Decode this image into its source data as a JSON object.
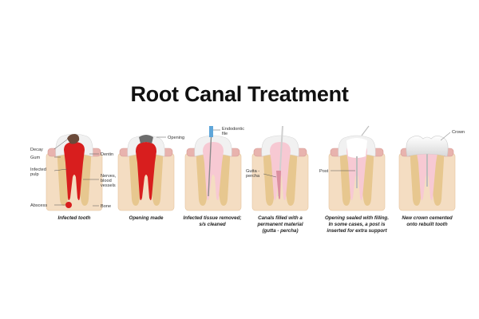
{
  "title": "Root Canal Treatment",
  "colors": {
    "gum": "#e8b3ae",
    "gum_edge": "#d49a95",
    "bone": "#f4ddc2",
    "bone_edge": "#e5c49e",
    "dentin": "#e7c78f",
    "dentin_inner": "#f3e0ad",
    "enamel": "#f1f1f1",
    "pulp_infected": "#d81e1e",
    "pulp_clean": "#f7c9d3",
    "filling": "#dc8fa0",
    "decay": "#6b4a3a"
  },
  "stages": [
    {
      "caption": [
        "Infected tooth"
      ],
      "labels": [
        "Decay",
        "Gum",
        "Infected",
        "pulp",
        "Abscess",
        "Dentin",
        "Nerves,",
        "blood",
        "vessels",
        "Bone"
      ]
    },
    {
      "caption": [
        "Opening made"
      ],
      "labels": [
        "Opening"
      ]
    },
    {
      "caption": [
        "Infected tissue removed;",
        "s/s cleaned"
      ],
      "labels": [
        "Endodontic",
        "file"
      ]
    },
    {
      "caption": [
        "Canals filled with a",
        "permanent material",
        "(gutta - percha)"
      ],
      "labels": [
        "Gutta -",
        "percha"
      ]
    },
    {
      "caption": [
        "Opening sealed with filling.",
        "In some cases, a post is",
        "inserted for extra support"
      ],
      "labels": [
        "Post"
      ]
    },
    {
      "caption": [
        "New crown cemented",
        "onto rebuilt tooth"
      ],
      "labels": [
        "Crown"
      ]
    }
  ]
}
